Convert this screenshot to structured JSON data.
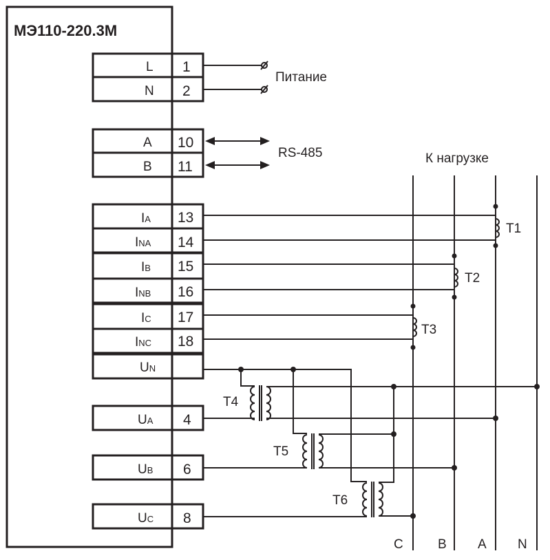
{
  "device": {
    "title": "МЭ110-220.3М"
  },
  "terminals": {
    "power": [
      {
        "label": "L",
        "num": "1"
      },
      {
        "label": "N",
        "num": "2"
      }
    ],
    "rs485": [
      {
        "label": "A",
        "num": "10"
      },
      {
        "label": "B",
        "num": "11"
      }
    ],
    "current": [
      {
        "main": "I",
        "sub": "A",
        "num": "13"
      },
      {
        "main": "I",
        "sub": "NA",
        "num": "14"
      },
      {
        "main": "I",
        "sub": "B",
        "num": "15"
      },
      {
        "main": "I",
        "sub": "NB",
        "num": "16"
      },
      {
        "main": "I",
        "sub": "C",
        "num": "17"
      },
      {
        "main": "I",
        "sub": "NC",
        "num": "18"
      }
    ],
    "un": {
      "main": "U",
      "sub": "N",
      "num": ""
    },
    "voltage": [
      {
        "main": "U",
        "sub": "A",
        "num": "4"
      },
      {
        "main": "U",
        "sub": "B",
        "num": "6"
      },
      {
        "main": "U",
        "sub": "C",
        "num": "8"
      }
    ]
  },
  "labels": {
    "power": "Питание",
    "rs485": "RS-485",
    "load": "К нагрузке",
    "transformers": [
      "T1",
      "T2",
      "T3",
      "T4",
      "T5",
      "T6"
    ],
    "phases": [
      "C",
      "B",
      "A",
      "N"
    ]
  }
}
